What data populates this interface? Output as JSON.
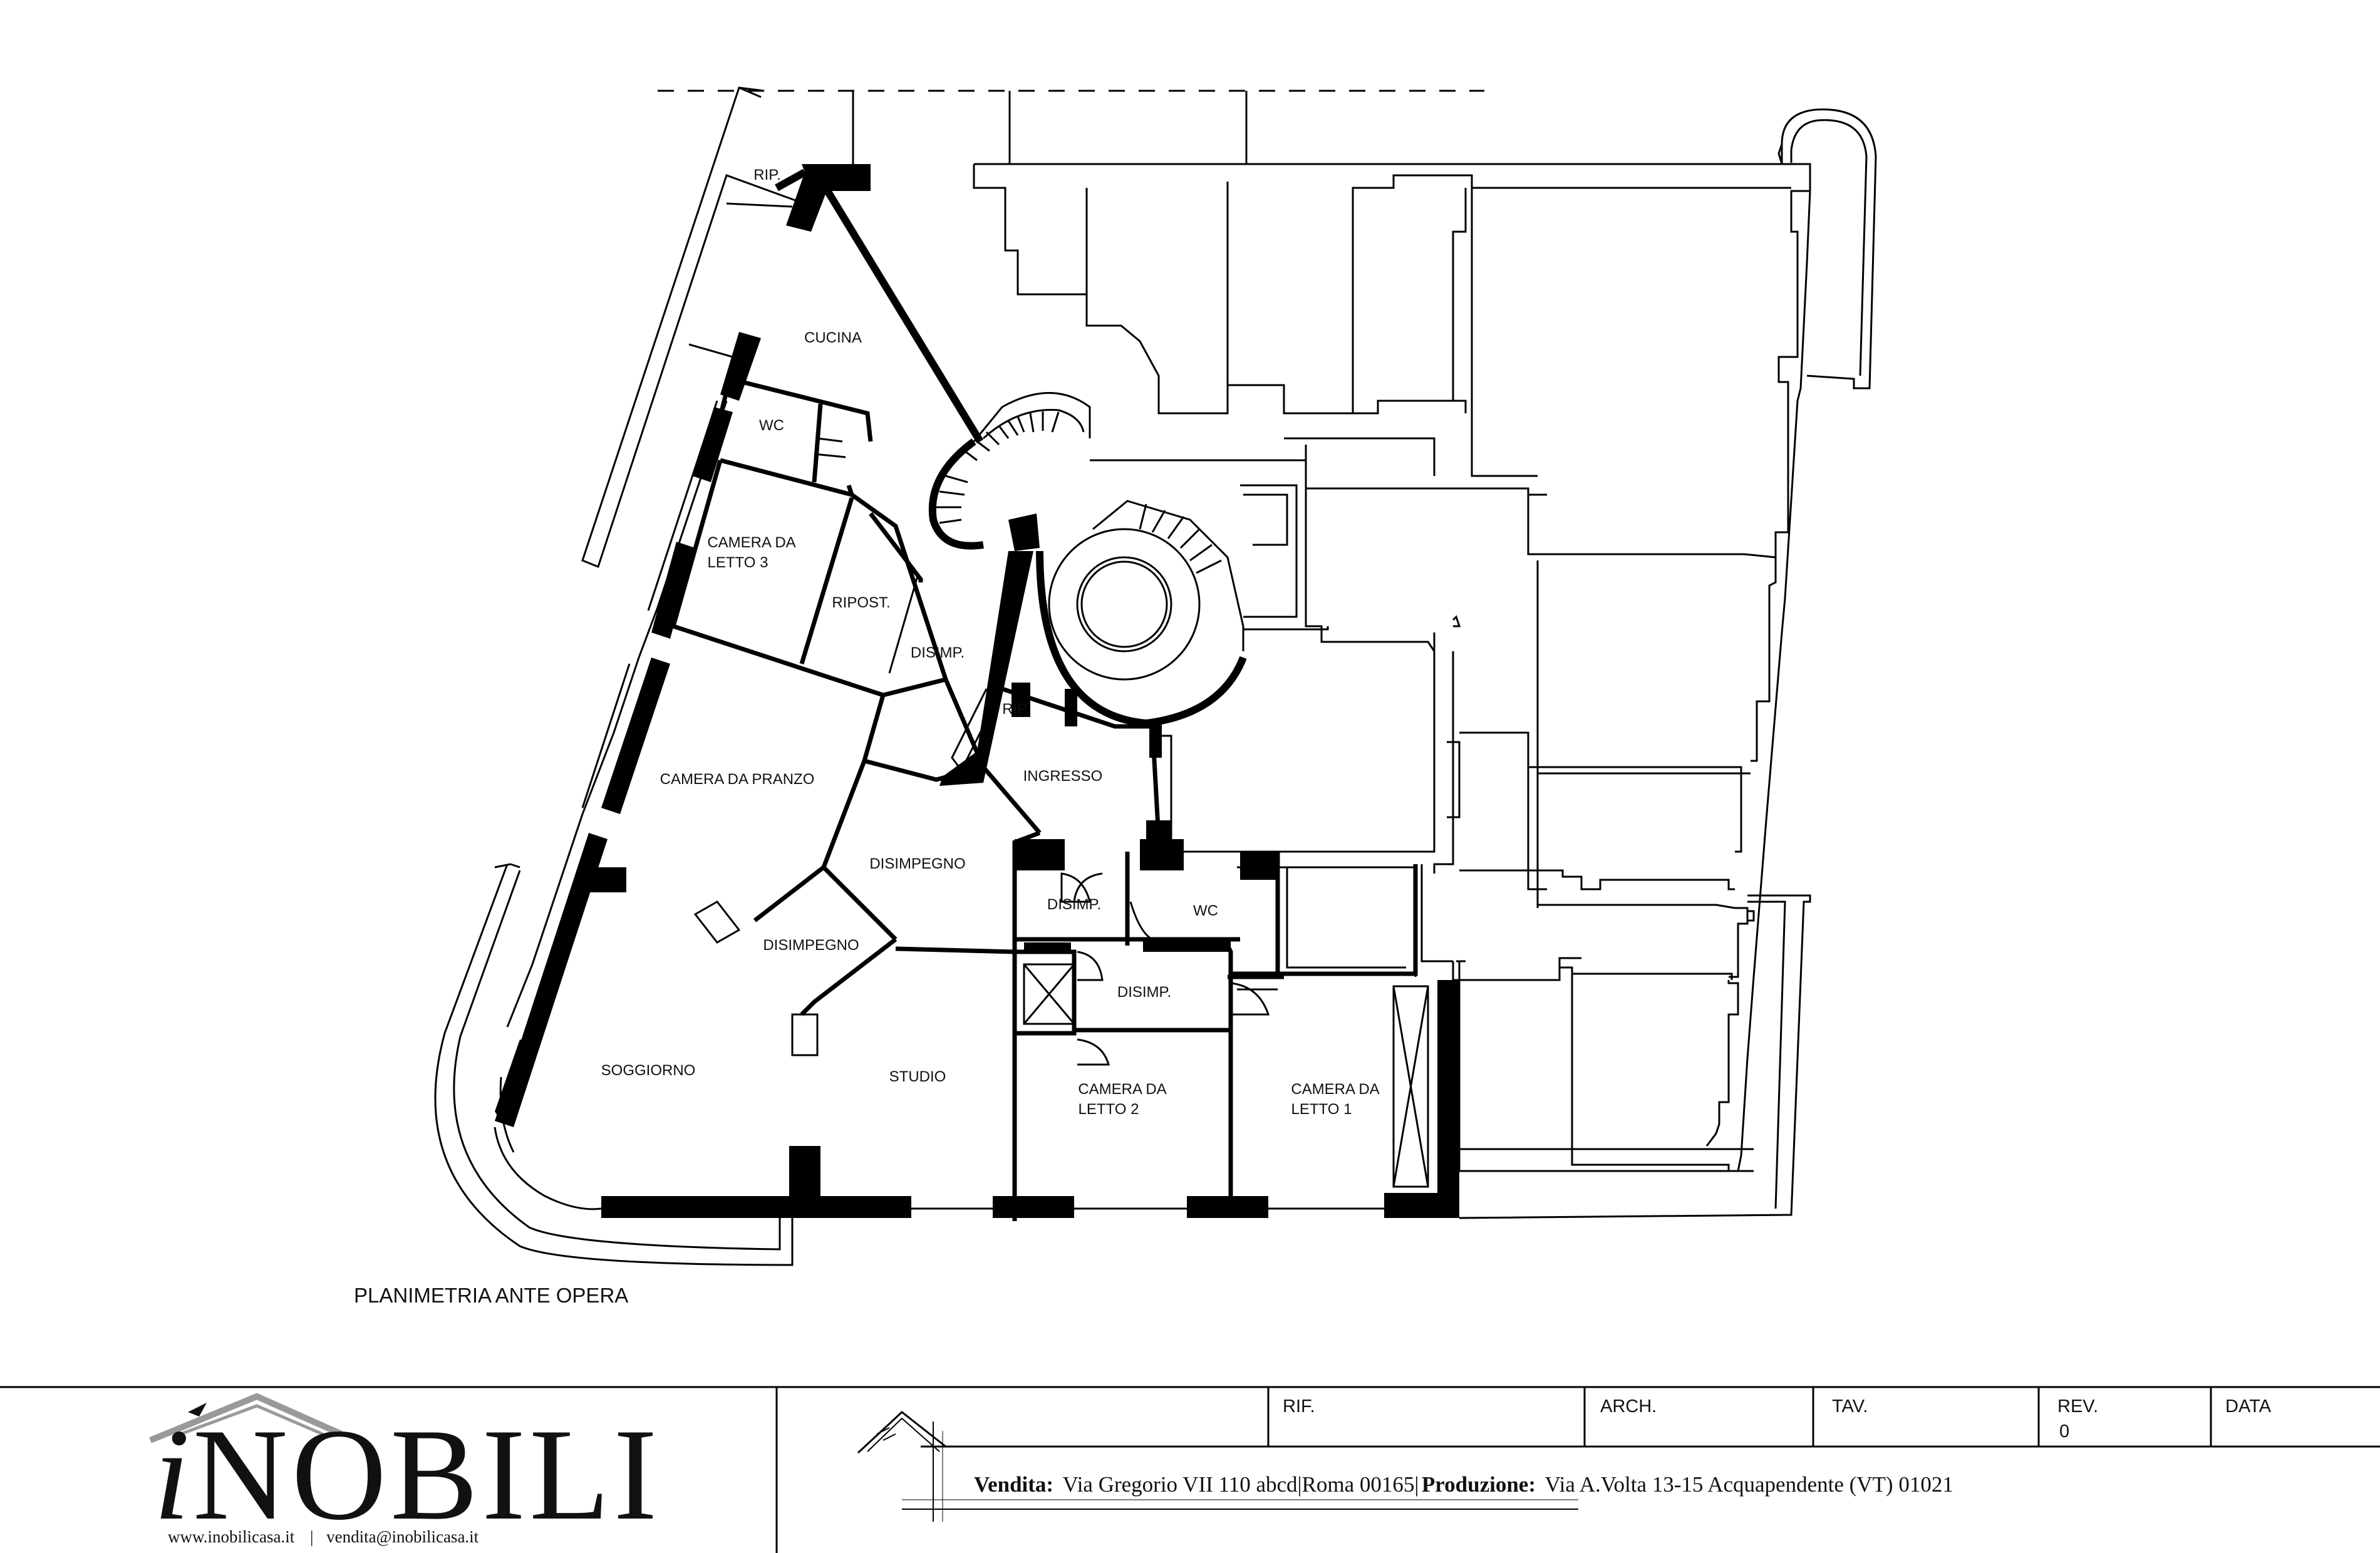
{
  "plan": {
    "title": "PLANIMETRIA ANTE OPERA",
    "rooms": {
      "rip_top": "RIP.",
      "cucina": "CUCINA",
      "wc_top": "WC",
      "camera3_l1": "CAMERA DA",
      "camera3_l2": "LETTO 3",
      "ripost": "RIPOST.",
      "disimp_center": "DISIMP.",
      "rip_mid": "RIP.",
      "ingresso": "INGRESSO",
      "camera_pranzo": "CAMERA DA PRANZO",
      "disimpegno1": "DISIMPEGNO",
      "disimpegno2": "DISIMPEGNO",
      "disimp_small": "DISIMP.",
      "wc_mid": "WC",
      "disimp_low": "DISIMP.",
      "soggiorno": "SOGGIORNO",
      "studio": "STUDIO",
      "camera2_l1": "CAMERA DA",
      "camera2_l2": "LETTO 2",
      "camera1_l1": "CAMERA DA",
      "camera1_l2": "LETTO 1"
    }
  },
  "title_block": {
    "rif": "RIF.",
    "arch": "ARCH.",
    "tav": "TAV.",
    "rev": "REV.",
    "rev_value": "0",
    "data": "DATA",
    "vendita_label": "Vendita:",
    "vendita_text": "Via Gregorio VII 110 abcd|Roma 00165|",
    "produzione_label": "Produzione:",
    "produzione_text": "Via A.Volta 13-15 Acquapendente (VT) 01021"
  },
  "brand": {
    "name_i": "i",
    "name_rest": "NOBILI",
    "website": "www.inobilicasa.it",
    "separator": "|",
    "email": "vendita@inobilicasa.it"
  }
}
